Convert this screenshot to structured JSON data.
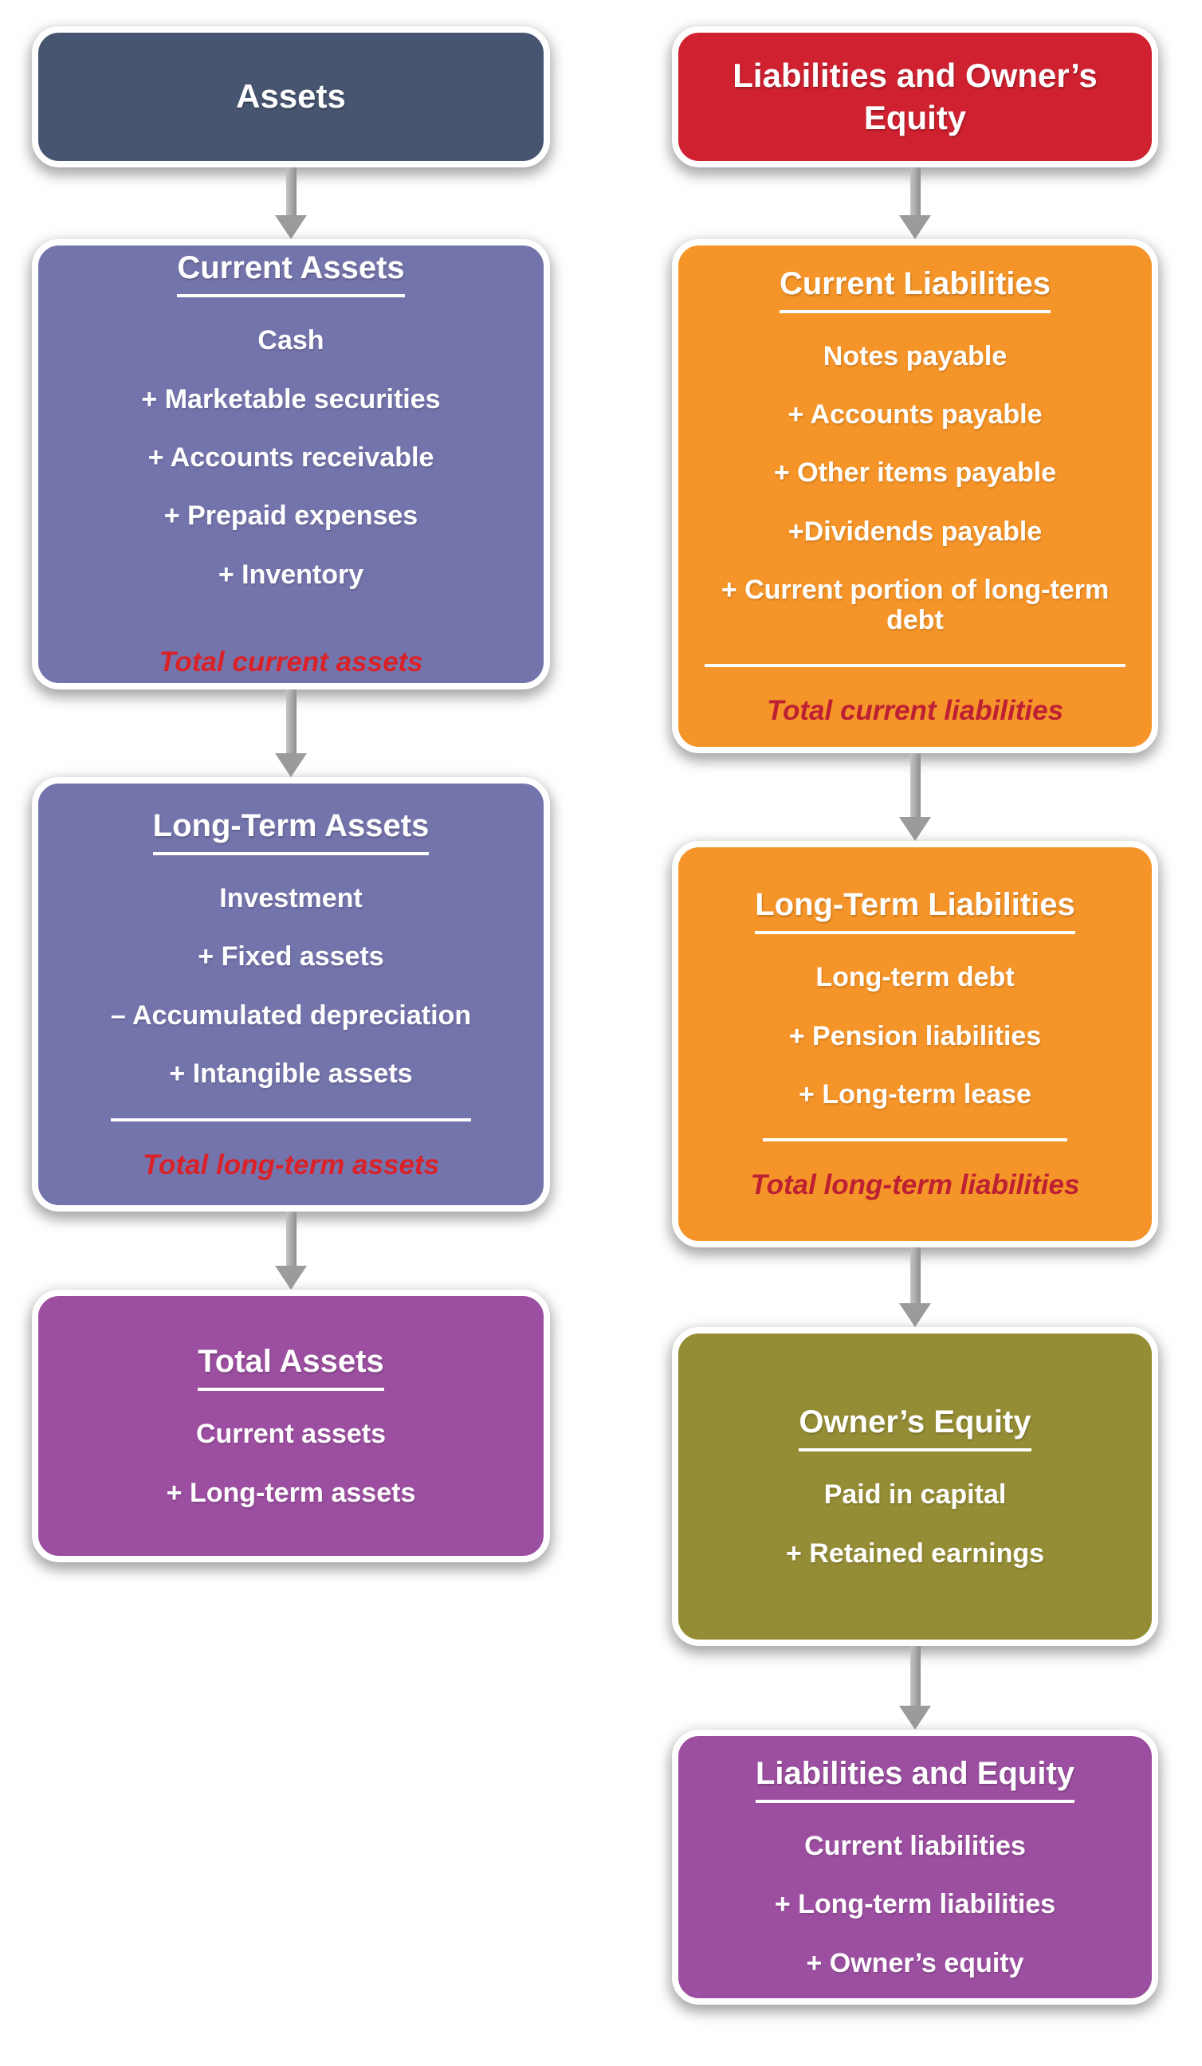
{
  "left_column": {
    "header_label": "Assets",
    "boxes": [
      {
        "title": "Current Assets",
        "items": [
          "Cash",
          "+ Marketable securities",
          "+ Accounts receivable",
          "+ Prepaid expenses",
          "+ Inventory"
        ],
        "total": "Total current assets"
      },
      {
        "title": "Long-Term Assets",
        "items": [
          "Investment",
          "+ Fixed assets",
          "– Accumulated depreciation",
          "+ Intangible assets"
        ],
        "total": "Total long-term assets"
      },
      {
        "title": "Total Assets",
        "items": [
          "Current assets",
          "+ Long-term assets"
        ]
      }
    ]
  },
  "right_column": {
    "header_label": "Liabilities and Owner’s Equity",
    "boxes": [
      {
        "title": "Current Liabilities",
        "items": [
          "Notes payable",
          "+ Accounts payable",
          "+ Other items payable",
          "+Dividends payable",
          "+ Current portion of long-term debt"
        ],
        "total": "Total current liabilities"
      },
      {
        "title": "Long-Term Liabilities",
        "items": [
          "Long-term debt",
          "+ Pension liabilities",
          "+ Long-term lease"
        ],
        "total": "Total long-term liabilities"
      },
      {
        "title": "Owner’s Equity",
        "items": [
          "Paid in capital",
          "+ Retained earnings"
        ]
      },
      {
        "title": "Liabilities and Equity",
        "items": [
          "Current liabilities",
          "+ Long-term liabilities",
          "+ Owner’s equity"
        ]
      }
    ]
  },
  "colors": {
    "assets_header": "#475571",
    "liabilities_header": "#cf2130",
    "asset_boxes": "#7474ac",
    "liability_boxes": "#f59428",
    "total_assets_box": "#9c4fa0",
    "owners_equity_box": "#958d35",
    "liabilities_equity_box": "#9c4fa0",
    "total_text_bright_red": "#da2128",
    "total_text_dark_red": "#bc2032",
    "arrow_gray": "#9b9b9b",
    "box_border_white": "#ffffff"
  },
  "icons": {
    "down_arrow": "down-arrow"
  }
}
